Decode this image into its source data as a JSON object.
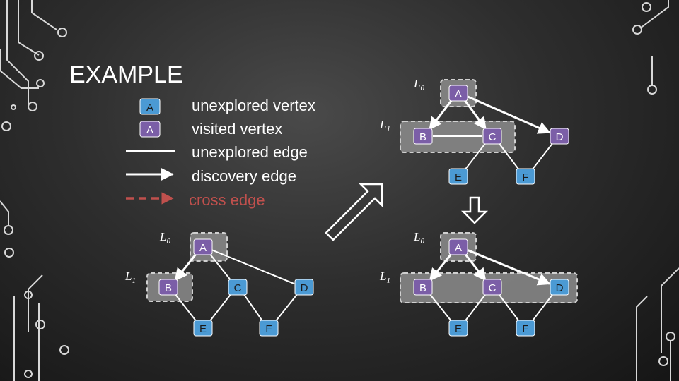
{
  "title": "EXAMPLE",
  "legend": {
    "vertex_glyph": "A",
    "items": [
      {
        "label": "unexplored vertex",
        "kind": "unexplored-vertex"
      },
      {
        "label": "visited vertex",
        "kind": "visited-vertex"
      },
      {
        "label": "unexplored edge",
        "kind": "unexplored-edge"
      },
      {
        "label": "discovery edge",
        "kind": "discovery-edge"
      },
      {
        "label": "cross edge",
        "kind": "cross-edge"
      }
    ]
  },
  "level_labels": {
    "l0_base": "L",
    "l0_sub": "0",
    "l1_base": "L",
    "l1_sub": "1"
  },
  "vertices": [
    "A",
    "B",
    "C",
    "D",
    "E",
    "F"
  ],
  "colors": {
    "unexplored_vertex": "#4b9ad4",
    "visited_vertex": "#7b5ea7",
    "vertex_border": "#ffffff",
    "edge": "#ffffff",
    "cross_edge": "#c0504d",
    "level_box_fill": "#8c8c8c",
    "level_box_stroke": "#d0d0d0"
  },
  "arrows": {
    "diagonal": "up-right hollow arrow",
    "down": "down hollow arrow"
  }
}
